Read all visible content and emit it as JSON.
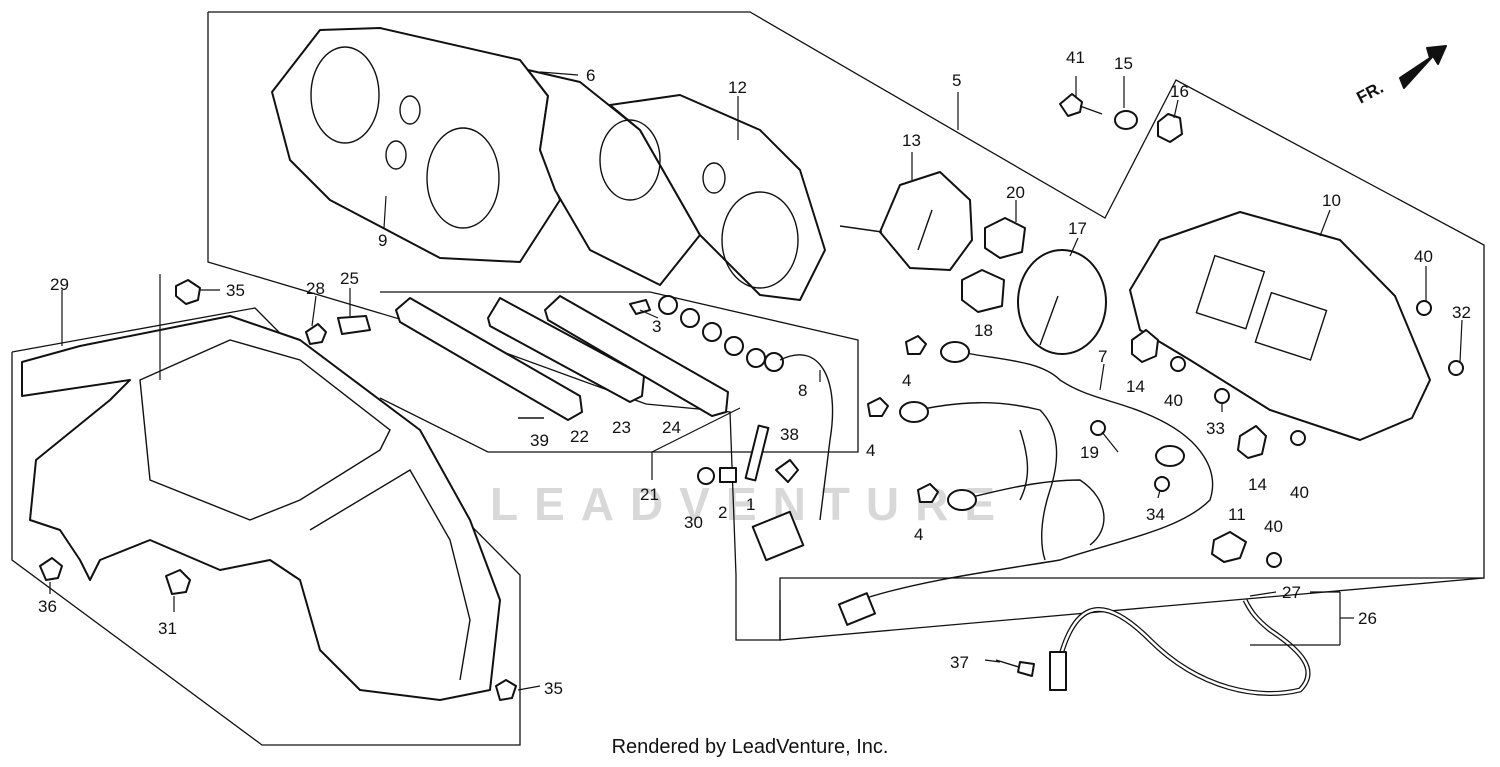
{
  "diagram": {
    "watermark_text": "LEADVENTURE",
    "direction_label": "FR.",
    "credit": "Rendered by LeadVenture, Inc.",
    "callouts": [
      "1",
      "2",
      "3",
      "4",
      "5",
      "6",
      "7",
      "8",
      "9",
      "10",
      "11",
      "12",
      "13",
      "14",
      "15",
      "16",
      "17",
      "18",
      "19",
      "20",
      "21",
      "22",
      "23",
      "24",
      "25",
      "26",
      "27",
      "28",
      "29",
      "30",
      "31",
      "32",
      "33",
      "34",
      "35",
      "36",
      "37",
      "38",
      "39",
      "40",
      "41"
    ],
    "repeat_labels": {
      "four": "4",
      "fourteen": "14",
      "thirtyfive": "35",
      "forty": "40"
    }
  }
}
